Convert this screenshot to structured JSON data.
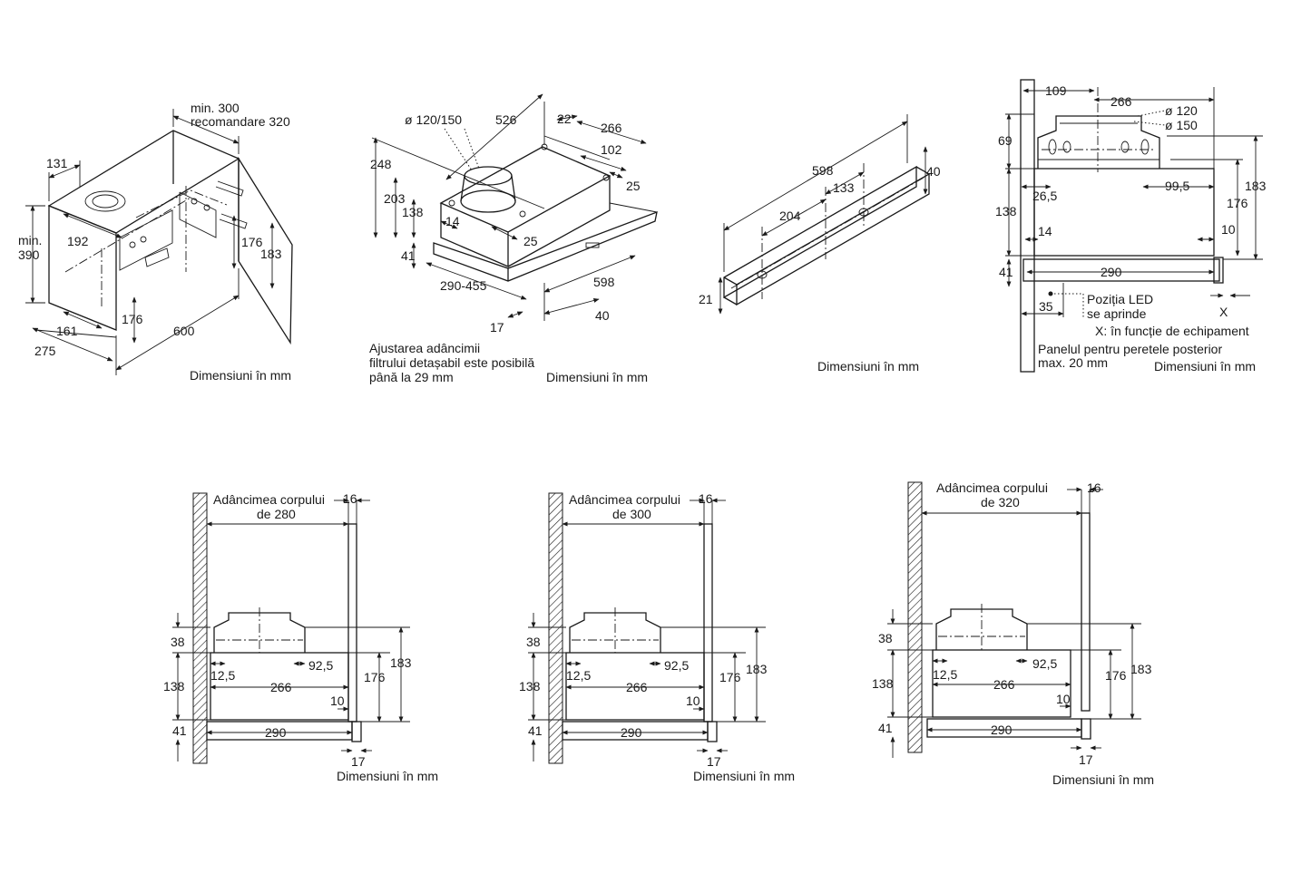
{
  "units_caption": "Dimensiuni în mm",
  "fig1": {
    "min300": "min. 300",
    "rec320": "recomandare 320",
    "d131": "131",
    "min": "min.",
    "d390": "390",
    "d192": "192",
    "d176": "176",
    "d183": "183",
    "d161": "161",
    "d275": "275",
    "d600": "600"
  },
  "fig2": {
    "dia": "ø 120/150",
    "d526": "526",
    "d22": "22",
    "d266": "266",
    "d248": "248",
    "d102": "102",
    "d203": "203",
    "d25a": "25",
    "d138": "138",
    "d14": "14",
    "d25b": "25",
    "d41": "41",
    "d290_455": "290-455",
    "d598": "598",
    "d40": "40",
    "d17": "17",
    "note1": "Ajustarea adâncimii",
    "note2": "filtrului detașabil este posibilă",
    "note3": "până la 29 mm"
  },
  "fig3": {
    "d598": "598",
    "d40": "40",
    "d133": "133",
    "d204": "204",
    "d21": "21"
  },
  "fig4": {
    "d109": "109",
    "d266": "266",
    "d120": "ø 120",
    "d150": "ø 150",
    "d69": "69",
    "d183": "183",
    "d26_5": "26,5",
    "d99_5": "99,5",
    "d176": "176",
    "d138": "138",
    "d14": "14",
    "d10": "10",
    "d41": "41",
    "d290": "290",
    "d35": "35",
    "led1": "Poziția LED",
    "led2": "se aprinde",
    "x": "X",
    "xnote": "X: în funcție de echipament",
    "panel1": "Panelul pentru peretele posterior",
    "panel2": "max. 20 mm"
  },
  "bottom": [
    {
      "title": "Adâncimea corpului",
      "depth": "de 280",
      "d16": "16",
      "d38": "38",
      "d138": "138",
      "d41": "41",
      "d12_5": "12,5",
      "d92_5": "92,5",
      "d266": "266",
      "d10": "10",
      "d290": "290",
      "d176": "176",
      "d183": "183",
      "d17": "17"
    },
    {
      "title": "Adâncimea corpului",
      "depth": "de 300",
      "d16": "16",
      "d38": "38",
      "d138": "138",
      "d41": "41",
      "d12_5": "12,5",
      "d92_5": "92,5",
      "d266": "266",
      "d10": "10",
      "d290": "290",
      "d176": "176",
      "d183": "183",
      "d17": "17"
    },
    {
      "title": "Adâncimea corpului",
      "depth": "de 320",
      "d16": "16",
      "d38": "38",
      "d138": "138",
      "d41": "41",
      "d12_5": "12,5",
      "d92_5": "92,5",
      "d266": "266",
      "d10": "10",
      "d290": "290",
      "d176": "176",
      "d183": "183",
      "d17": "17"
    }
  ]
}
